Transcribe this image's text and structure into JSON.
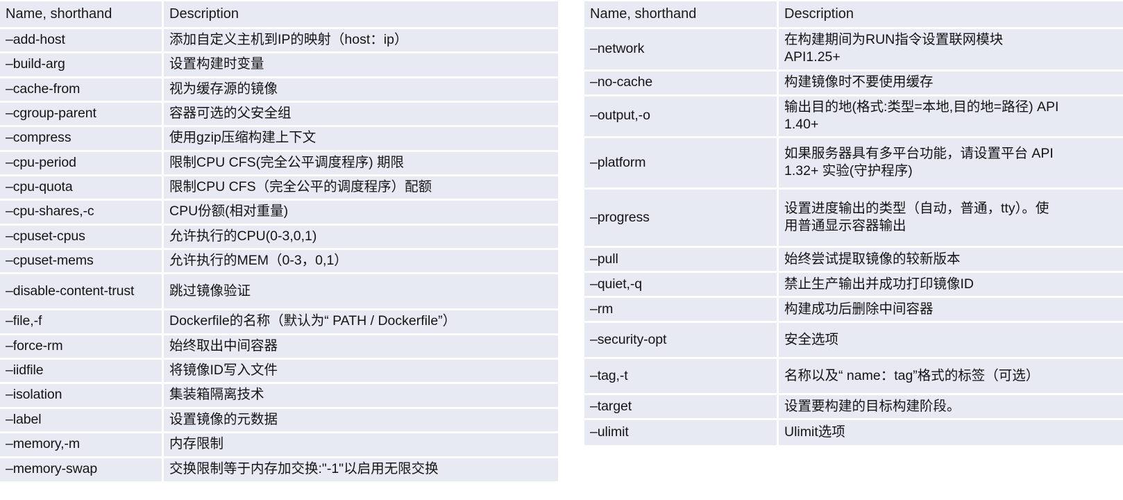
{
  "document": {
    "kind": "docker-build-options-reference",
    "background_color": "#ffffff",
    "cell_color": "#e7eaf3",
    "grid_color": "#ffffff",
    "text_color": "#141414"
  },
  "tables": [
    {
      "id": "left",
      "headers": {
        "name": "Name, shorthand",
        "description": "Description"
      },
      "rows": [
        {
          "name": "–add-host",
          "description": "添加自定义主机到IP的映射（host：ip）"
        },
        {
          "name": "–build-arg",
          "description": "设置构建时变量"
        },
        {
          "name": "–cache-from",
          "description": "视为缓存源的镜像"
        },
        {
          "name": "–cgroup-parent",
          "description": "容器可选的父安全组"
        },
        {
          "name": "–compress",
          "description": "使用gzip压缩构建上下文"
        },
        {
          "name": "–cpu-period",
          "description": "限制CPU CFS(完全公平调度程序) 期限"
        },
        {
          "name": "–cpu-quota",
          "description": "限制CPU CFS（完全公平的调度程序）配额"
        },
        {
          "name": "–cpu-shares,-c",
          "description": "CPU份额(相对重量)"
        },
        {
          "name": "–cpuset-cpus",
          "description": "允许执行的CPU(0-3,0,1)"
        },
        {
          "name": "–cpuset-mems",
          "description": "允许执行的MEM（0-3，0,1）"
        },
        {
          "name": "–disable-content-trust",
          "description": "跳过镜像验证",
          "height_class": "tall-1"
        },
        {
          "name": "–file,-f",
          "description": "Dockerfile的名称（默认为“ PATH / Dockerfile”）"
        },
        {
          "name": "–force-rm",
          "description": "始终取出中间容器"
        },
        {
          "name": "–iidfile",
          "description": "将镜像ID写入文件"
        },
        {
          "name": "–isolation",
          "description": "集装箱隔离技术"
        },
        {
          "name": "–label",
          "description": "设置镜像的元数据"
        },
        {
          "name": "–memory,-m",
          "description": "内存限制"
        },
        {
          "name": "–memory-swap",
          "description": "交换限制等于内存加交换:\"-1\"以启用无限交换"
        }
      ]
    },
    {
      "id": "right",
      "headers": {
        "name": "Name, shorthand",
        "description": "Description"
      },
      "rows": [
        {
          "name": "–network",
          "description": "在构建期间为RUN指令设置联网模块\nAPI1.25+",
          "height_class": "tall-2"
        },
        {
          "name": "–no-cache",
          "description": "构建镜像时不要使用缓存"
        },
        {
          "name": "–output,-o",
          "description": "输出目的地(格式:类型=本地,目的地=路径) API\n1.40+",
          "height_class": "tall-2"
        },
        {
          "name": "–platform",
          "description": "如果服务器具有多平台功能，请设置平台 API\n1.32+ 实验(守护程序)",
          "height_class": "tall-3"
        },
        {
          "name": "–progress",
          "description": "设置进度输出的类型（自动，普通，tty）。使\n用普通显示容器输出",
          "height_class": "tall-4"
        },
        {
          "name": "–pull",
          "description": "始终尝试提取镜像的较新版本"
        },
        {
          "name": "–quiet,-q",
          "description": "禁止生产输出并成功打印镜像ID"
        },
        {
          "name": "–rm",
          "description": "构建成功后删除中间容器"
        },
        {
          "name": "–security-opt",
          "description": "安全选项",
          "height_class": "tall-5"
        },
        {
          "name": "–tag,-t",
          "description": "名称以及“ name：tag”格式的标签（可选）",
          "height_class": "tall-5"
        },
        {
          "name": "–target",
          "description": "设置要构建的目标构建阶段。"
        },
        {
          "name": "–ulimit",
          "description": "Ulimit选项"
        }
      ]
    }
  ]
}
